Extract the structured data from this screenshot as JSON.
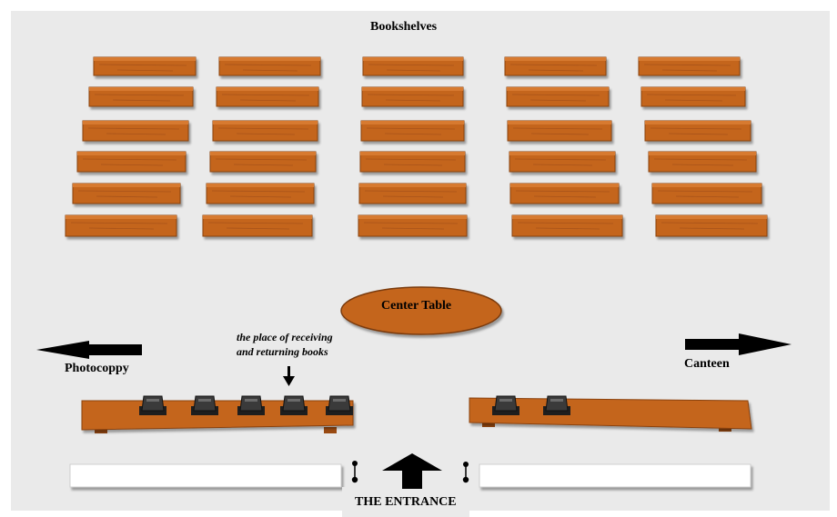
{
  "title": "Bookshelves",
  "center_table": "Center Table",
  "left_label": "Photocoppy",
  "right_label": "Canteen",
  "desk_note_line1": "the place of receiving",
  "desk_note_line2": "and returning books",
  "entrance": "THE ENTRANCE",
  "colors": {
    "wood": "#c4651e",
    "wood_dark": "#8a4210",
    "floor": "#eaeaea",
    "device": "#3a3a3a"
  }
}
